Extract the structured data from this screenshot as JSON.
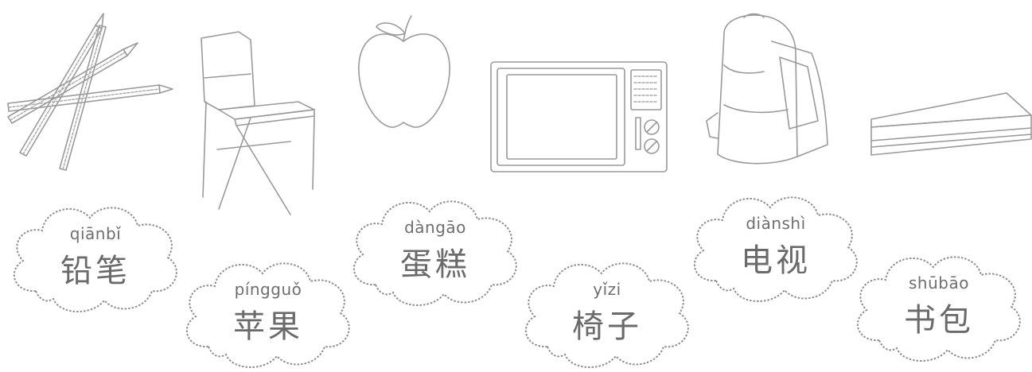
{
  "images": [
    {
      "name": "pencils-icon"
    },
    {
      "name": "chair-icon"
    },
    {
      "name": "apple-icon"
    },
    {
      "name": "microwave-icon"
    },
    {
      "name": "backpack-icon"
    },
    {
      "name": "cake-slice-icon"
    }
  ],
  "clouds": [
    {
      "pinyin": "qiānbǐ",
      "hanzi": "铅笔"
    },
    {
      "pinyin": "píngguǒ",
      "hanzi": "苹果"
    },
    {
      "pinyin": "dàngāo",
      "hanzi": "蛋糕"
    },
    {
      "pinyin": "yǐzi",
      "hanzi": "椅子"
    },
    {
      "pinyin": "diànshì",
      "hanzi": "电视"
    },
    {
      "pinyin": "shūbāo",
      "hanzi": "书包"
    }
  ]
}
